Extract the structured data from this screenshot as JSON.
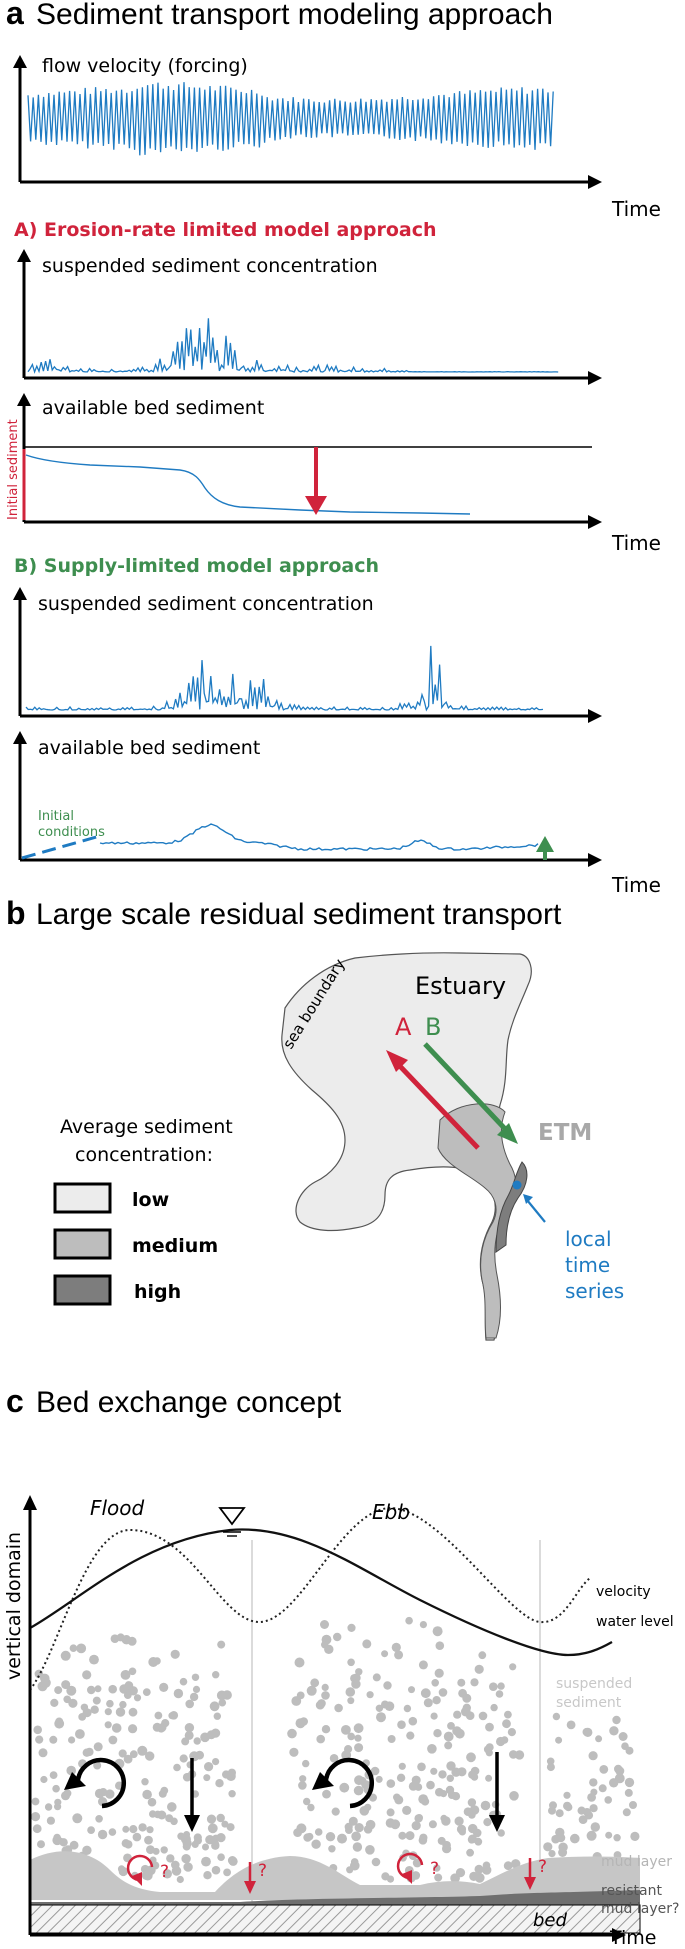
{
  "colors": {
    "blue": "#1f7bc2",
    "red": "#d0233b",
    "green": "#3e8e4f",
    "light_grey": "#ececec",
    "medium_grey": "#bdbdbd",
    "dark_grey": "#7d7d7d"
  },
  "panel_a": {
    "letter": "a",
    "title": "Sediment transport modeling approach",
    "forcing_label": "flow velocity (forcing)",
    "time_label": "Time",
    "approach_A": {
      "heading": "A) Erosion-rate limited model approach",
      "ssc_label": "suspended sediment concentration",
      "bed_label": "available bed sediment",
      "initial_label": "Initial sediment"
    },
    "approach_B": {
      "heading": "B) Supply-limited model approach",
      "ssc_label": "suspended sediment concentration",
      "bed_label": "available bed sediment",
      "initial_label_1": "Initial",
      "initial_label_2": "conditions"
    }
  },
  "panel_b": {
    "letter": "b",
    "title": "Large scale residual sediment transport",
    "sea_boundary": "sea boundary",
    "estuary": "Estuary",
    "arrow_a": "A",
    "arrow_b": "B",
    "etm": "ETM",
    "local_1": "local",
    "local_2": "time",
    "local_3": "series",
    "legend_title_1": "Average sediment",
    "legend_title_2": "concentration:",
    "legend": [
      {
        "label": "low",
        "color": "#ececec"
      },
      {
        "label": "medium",
        "color": "#bdbdbd"
      },
      {
        "label": "high",
        "color": "#7d7d7d"
      }
    ]
  },
  "panel_c": {
    "letter": "c",
    "title": "Bed exchange concept",
    "flood": "Flood",
    "ebb": "Ebb",
    "velocity": "velocity",
    "water_level": "water level",
    "y_axis": "vertical domain",
    "suspended_1": "suspended",
    "suspended_2": "sediment",
    "mud_layer": "mud layer",
    "resistant_1": "resistant",
    "resistant_2": "mud layer?",
    "bed": "bed",
    "time": "Time",
    "question": "?"
  }
}
